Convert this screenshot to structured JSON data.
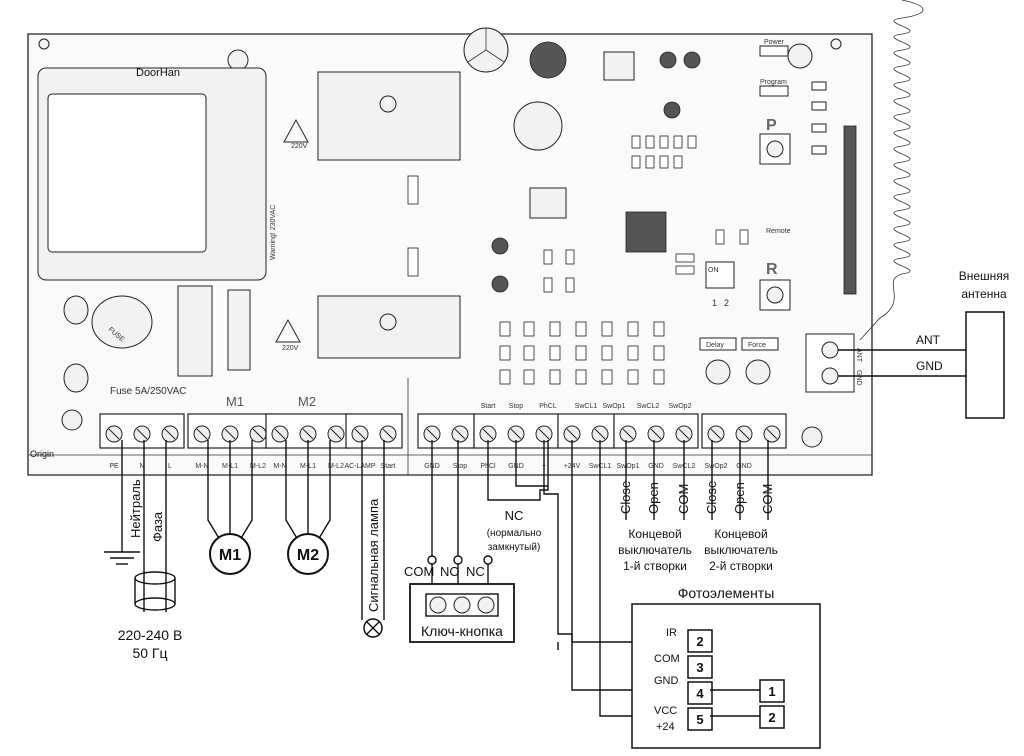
{
  "board": {
    "brand": "DoorHan",
    "warning_label": "Warning! 230VAC",
    "hv_220_top": "220V",
    "hv_220_bottom": "220V",
    "fuse_cap": "FUSE",
    "fuse_label": "Fuse 5A/250VAC",
    "origin": "Origin",
    "pe": "PE",
    "motor_group_1": "M1",
    "motor_group_2": "M2",
    "led_power": "Power",
    "led_program": "Program",
    "button_p": "P",
    "button_r": "R",
    "remote": "Remote",
    "dip_on": "ON",
    "dip_1": "1",
    "dip_2": "2",
    "delay": "Delay",
    "force": "Force",
    "ant_terminal": "ANT",
    "gnd_terminal": "GND",
    "top_labels": [
      "Start",
      "Stop",
      "PhCL",
      "SwCL1",
      "SwOp1",
      "SwCL2",
      "SwOp2"
    ],
    "bottom_labels": [
      "PE",
      "N",
      "L",
      "M-N",
      "M-L1",
      "M-L2",
      "M-N",
      "M-L1",
      "M-L2",
      "AC-LAMP",
      "Start",
      "GND",
      "Stop",
      "PhCl",
      "GND",
      "~",
      "+24V",
      "SwCL1",
      "SwOp1",
      "GND",
      "SwCL2",
      "SwOp2",
      "GND"
    ]
  },
  "power": {
    "neutral": "Нейтраль",
    "phase": "Фаза",
    "voltage": "220-240 В",
    "frequency": "50 Гц"
  },
  "motors": {
    "m1": "M1",
    "m2": "M2"
  },
  "lamp": {
    "label": "Сигнальная лампа"
  },
  "key_button": {
    "com": "COM",
    "no": "NO",
    "nc": "NC",
    "label": "Ключ-кнопка"
  },
  "nc_note": {
    "title": "NC",
    "line1": "(нормально",
    "line2": "замкнутый)"
  },
  "limit_switch_1": {
    "close": "Close",
    "open": "Open",
    "com": "COM",
    "line1": "Концевой",
    "line2": "выключатель",
    "line3": "1-й створки"
  },
  "limit_switch_2": {
    "close": "Close",
    "open": "Open",
    "com": "COM",
    "line1": "Концевой",
    "line2": "выключатель",
    "line3": "2-й створки"
  },
  "antenna": {
    "line1": "Внешняя",
    "line2": "антенна",
    "ant": "ANT",
    "gnd": "GND"
  },
  "photocells": {
    "title": "Фотоэлементы",
    "ir": "IR",
    "com": "COM",
    "gnd": "GND",
    "vcc": "VCC",
    "plus24": "+24",
    "rx_pins": [
      "2",
      "3",
      "4",
      "5"
    ],
    "tx_pins": [
      "1",
      "2"
    ]
  }
}
